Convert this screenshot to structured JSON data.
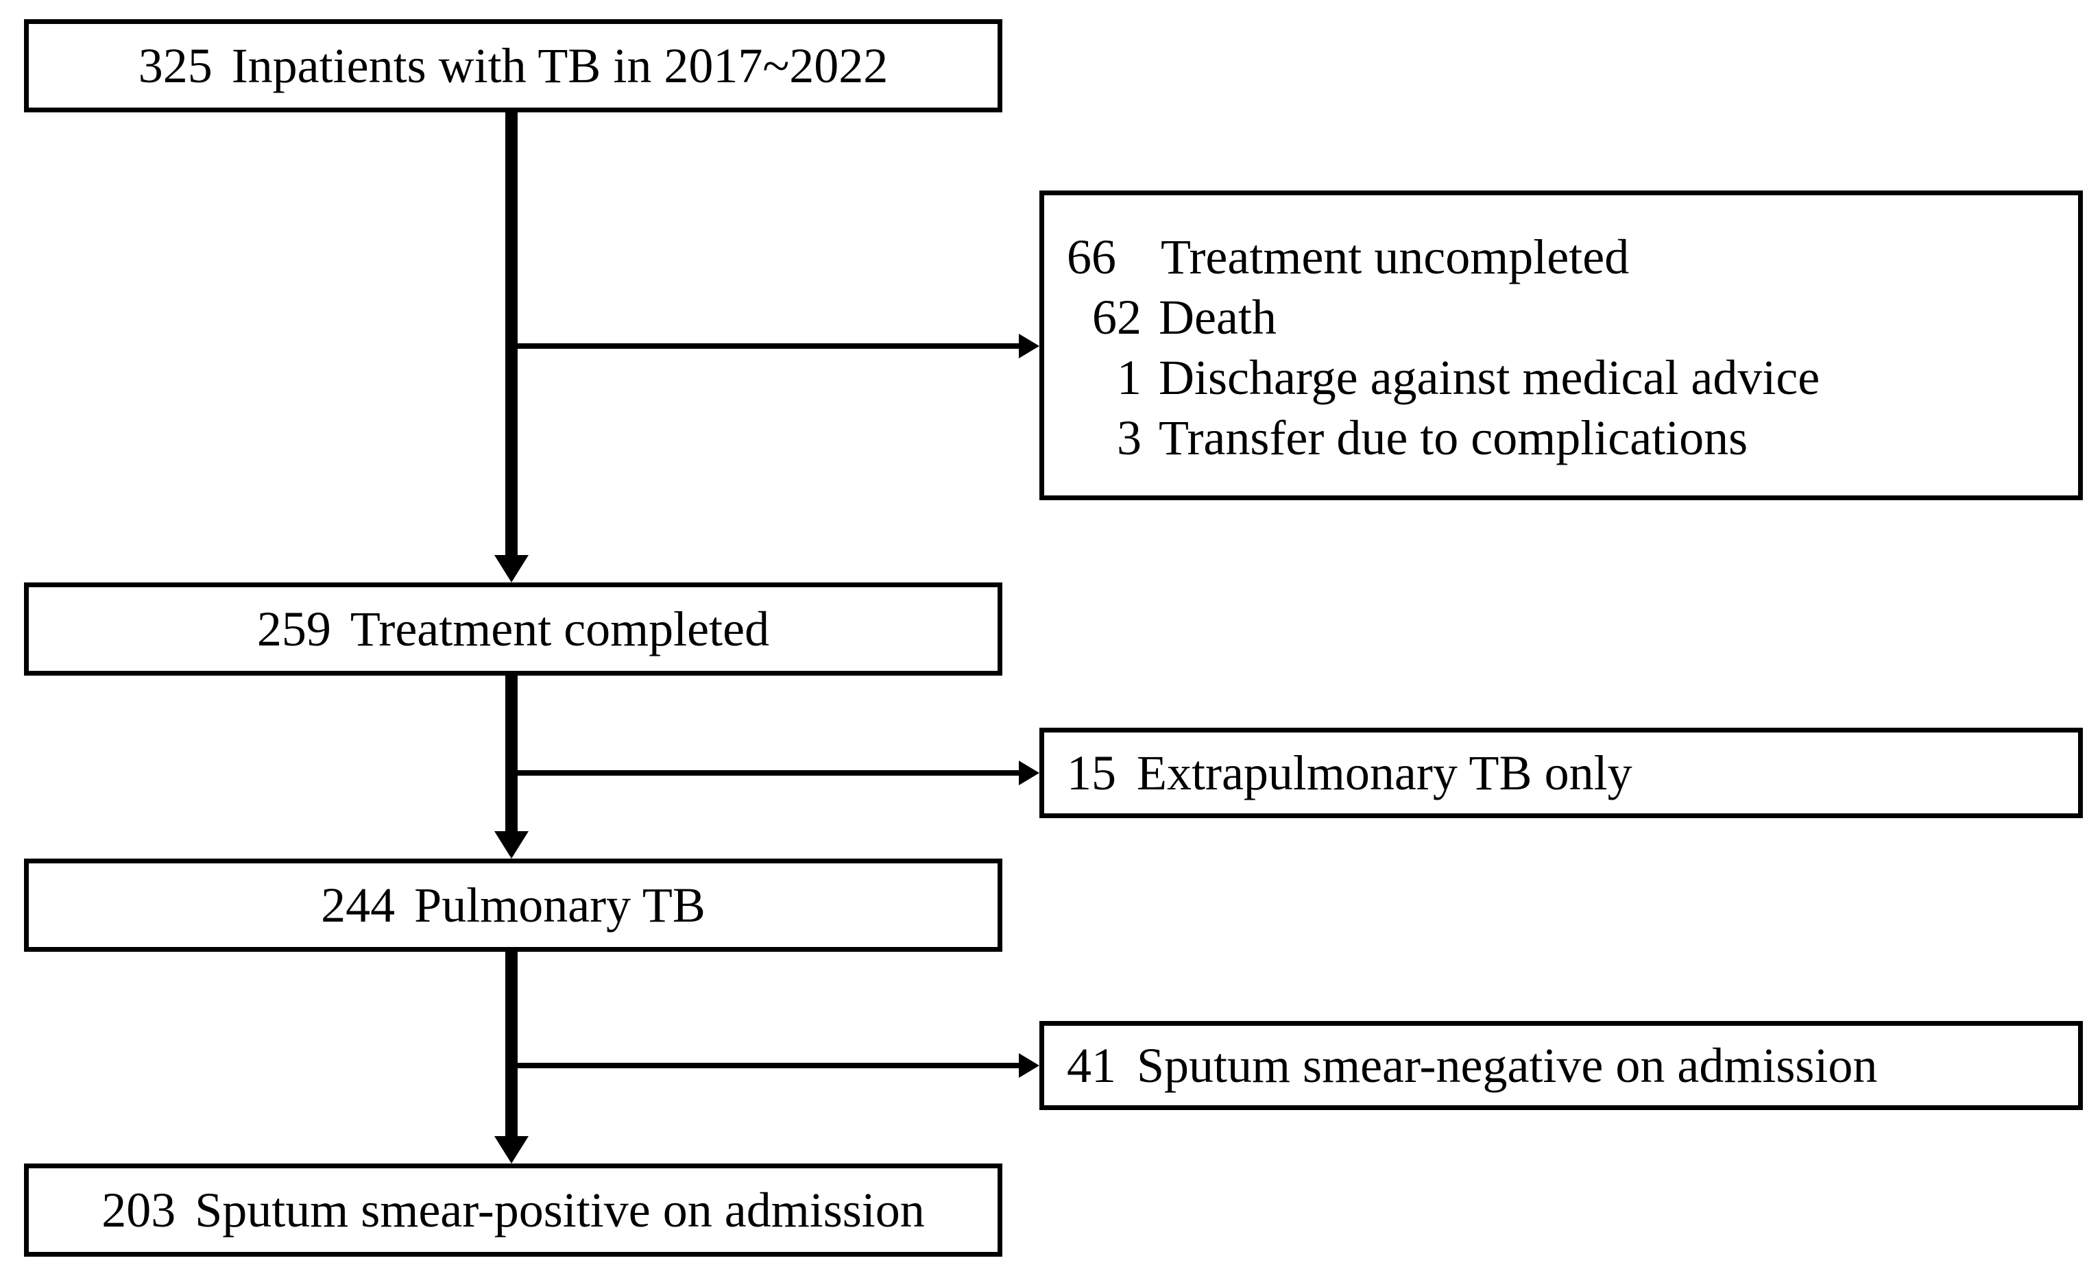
{
  "colors": {
    "background": "#ffffff",
    "line": "#000000",
    "text": "#000000"
  },
  "flow_boxes": [
    {
      "count": "325",
      "label": "Inpatients with TB in 2017~2022"
    },
    {
      "count": "259",
      "label": "Treatment completed"
    },
    {
      "count": "244",
      "label": "Pulmonary TB"
    },
    {
      "count": "203",
      "label": "Sputum smear-positive on admission"
    }
  ],
  "exclusion_boxes": [
    {
      "lines": [
        {
          "count": "66",
          "label": "Treatment uncompleted"
        },
        {
          "count": "62",
          "label": "Death"
        },
        {
          "count": "1",
          "label": "Discharge against medical advice"
        },
        {
          "count": "3",
          "label": "Transfer due to complications"
        }
      ]
    },
    {
      "lines": [
        {
          "count": "15",
          "label": "Extrapulmonary TB only"
        }
      ]
    },
    {
      "lines": [
        {
          "count": "41",
          "label": "Sputum smear-negative on admission"
        }
      ]
    }
  ]
}
